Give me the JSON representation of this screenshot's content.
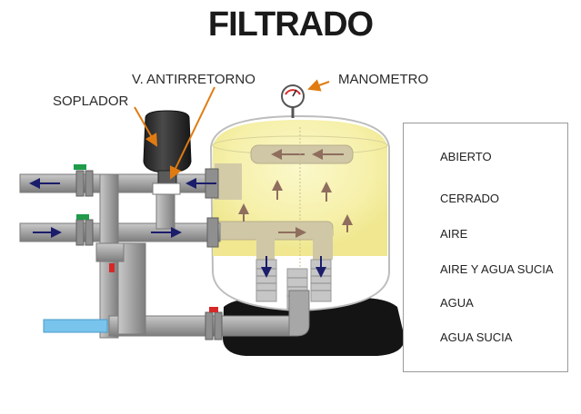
{
  "title": "FILTRADO",
  "labels": {
    "soplador": "SOPLADOR",
    "antirretorno": "V. ANTIRRETORNO",
    "manometro": "MANOMETRO"
  },
  "legend": {
    "items": [
      {
        "key": "abierto",
        "label": "ABIERTO",
        "icon": "valve-open-icon",
        "color": "#1f9b4a"
      },
      {
        "key": "cerrado",
        "label": "CERRADO",
        "icon": "valve-closed-icon",
        "color": "#d62828"
      },
      {
        "key": "aire",
        "label": "AIRE",
        "icon": "arrow-up-icon",
        "color": "#f4e600"
      },
      {
        "key": "aire-agua-sucia",
        "label": "AIRE Y AGUA SUCIA",
        "icon": "arrow-up-icon",
        "color": "#a07a64"
      },
      {
        "key": "agua",
        "label": "AGUA",
        "icon": "arrow-up-icon",
        "color": "#1b1d6b"
      },
      {
        "key": "agua-sucia",
        "label": "AGUA SUCIA",
        "icon": "arrow-up-icon",
        "color": "#b0284f"
      }
    ]
  },
  "colors": {
    "pipe": "#a7a7a7",
    "pipe_dark": "#7c7c7c",
    "tank_glow": "#f7f4b3",
    "base": "#141414",
    "water": "#78c4ec",
    "callout_arrow": "#e07b12",
    "flow_water": "#1b1d6b",
    "flow_dirty_air": "#a07a64"
  }
}
